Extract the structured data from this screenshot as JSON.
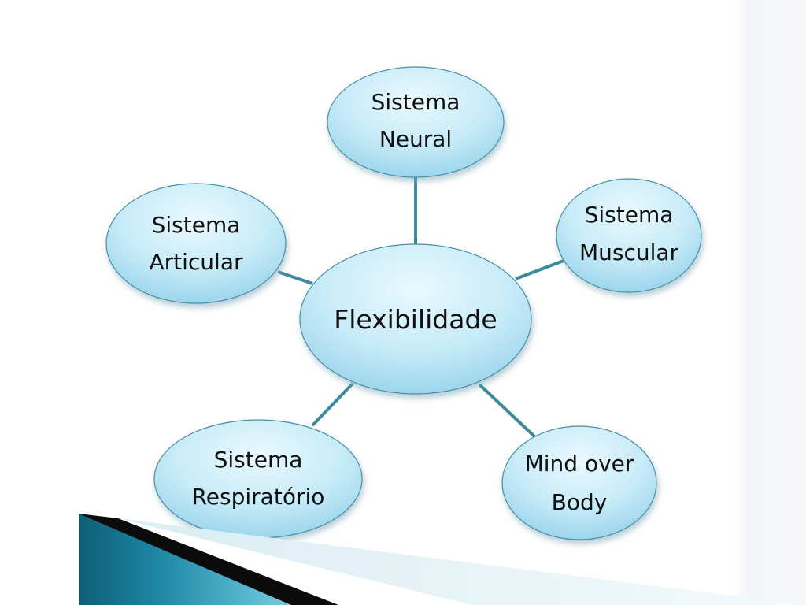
{
  "diagram": {
    "center": {
      "label": "Flexibilidade"
    },
    "nodes": [
      {
        "id": "neural",
        "lines": [
          "Sistema",
          "Neural"
        ]
      },
      {
        "id": "muscular",
        "lines": [
          "Sistema",
          "Muscular"
        ]
      },
      {
        "id": "mind",
        "lines": [
          "Mind over",
          "Body"
        ]
      },
      {
        "id": "respiratorio",
        "lines": [
          "Sistema",
          "Respiratório"
        ]
      },
      {
        "id": "articular",
        "lines": [
          "Sistema",
          "Articular"
        ]
      }
    ]
  },
  "colors": {
    "bubble_light": "#e7f8fd",
    "bubble_mid": "#bfe6f5",
    "bubble_dark": "#8fcfe8",
    "outline": "#4a8fa6",
    "connector": "#3d8a9a",
    "text": "#101010",
    "accent_teal": "#1f7d98"
  }
}
